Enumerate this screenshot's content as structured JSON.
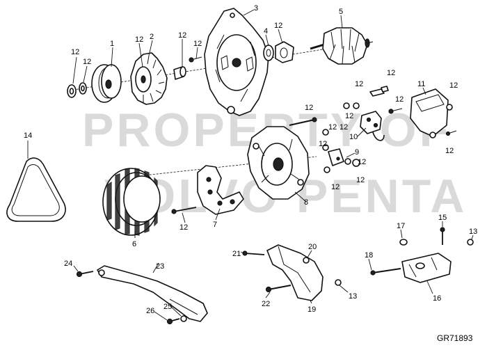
{
  "diagram": {
    "reference_code": "GR71893",
    "watermark_line1": "PROPERTY OF",
    "watermark_line2": "VOLVO PENTA",
    "callouts": [
      {
        "id": "c1",
        "label": "1"
      },
      {
        "id": "c2",
        "label": "2"
      },
      {
        "id": "c3",
        "label": "3"
      },
      {
        "id": "c4",
        "label": "4"
      },
      {
        "id": "c5",
        "label": "5"
      },
      {
        "id": "c6",
        "label": "6"
      },
      {
        "id": "c7",
        "label": "7"
      },
      {
        "id": "c8",
        "label": "8"
      },
      {
        "id": "c9",
        "label": "9"
      },
      {
        "id": "c10",
        "label": "10"
      },
      {
        "id": "c11",
        "label": "11"
      },
      {
        "id": "c13a",
        "label": "13"
      },
      {
        "id": "c13b",
        "label": "13"
      },
      {
        "id": "c14",
        "label": "14"
      },
      {
        "id": "c15",
        "label": "15"
      },
      {
        "id": "c16",
        "label": "16"
      },
      {
        "id": "c17",
        "label": "17"
      },
      {
        "id": "c18",
        "label": "18"
      },
      {
        "id": "c19",
        "label": "19"
      },
      {
        "id": "c20",
        "label": "20"
      },
      {
        "id": "c21",
        "label": "21"
      },
      {
        "id": "c22",
        "label": "22"
      },
      {
        "id": "c23",
        "label": "23"
      },
      {
        "id": "c24",
        "label": "24"
      },
      {
        "id": "c25",
        "label": "25"
      },
      {
        "id": "c26",
        "label": "26"
      },
      {
        "id": "c12a",
        "label": "12"
      },
      {
        "id": "c12b",
        "label": "12"
      },
      {
        "id": "c12c",
        "label": "12"
      },
      {
        "id": "c12d",
        "label": "12"
      },
      {
        "id": "c12e",
        "label": "12"
      },
      {
        "id": "c12f",
        "label": "12"
      },
      {
        "id": "c12g",
        "label": "12"
      },
      {
        "id": "c12h",
        "label": "12"
      },
      {
        "id": "c12i",
        "label": "12"
      },
      {
        "id": "c12j",
        "label": "12"
      },
      {
        "id": "c12k",
        "label": "12"
      },
      {
        "id": "c12l",
        "label": "12"
      },
      {
        "id": "c12m",
        "label": "12"
      },
      {
        "id": "c12n",
        "label": "12"
      },
      {
        "id": "c12o",
        "label": "12"
      },
      {
        "id": "c12p",
        "label": "12"
      },
      {
        "id": "c12q",
        "label": "12"
      },
      {
        "id": "c12r",
        "label": "12"
      },
      {
        "id": "c12s",
        "label": "12"
      },
      {
        "id": "c12t",
        "label": "12"
      }
    ]
  }
}
